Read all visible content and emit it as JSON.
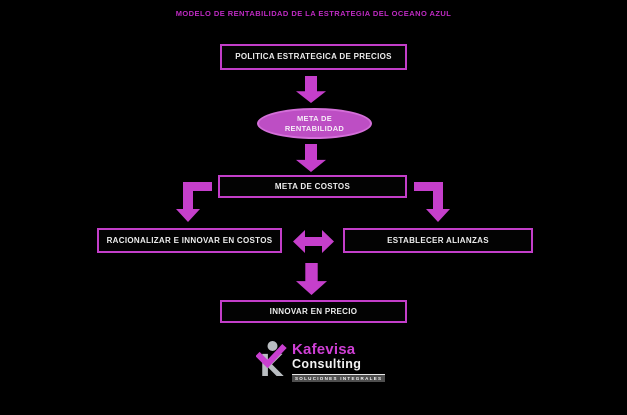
{
  "title": "MODELO DE RENTABILIDAD DE LA ESTRATEGIA DEL OCEANO AZUL",
  "colors": {
    "background": "#000000",
    "accent_magenta": "#c53fcb",
    "title_text": "#bd2ac1",
    "box_border": "#c33ec9",
    "box_text": "#ececec",
    "ellipse_fill": "#bd4ec4",
    "ellipse_border": "#d46fd9",
    "logo_brand": "#cf3fd5",
    "logo_gray": "#b9bdc1"
  },
  "nodes": {
    "politica": {
      "label": "POLITICA ESTRATEGICA DE PRECIOS"
    },
    "meta_rentabilidad": {
      "line1": "META DE",
      "line2": "RENTABILIDAD"
    },
    "meta_costos": {
      "label": "META DE COSTOS"
    },
    "racionalizar": {
      "label": "RACIONALIZAR E INNOVAR EN COSTOS"
    },
    "alianzas": {
      "label": "ESTABLECER ALIANZAS"
    },
    "innovar": {
      "label": "INNOVAR EN PRECIO"
    }
  },
  "connectors": [
    {
      "icon": "down-arrow-icon",
      "from": "politica",
      "to": "meta_rentabilidad"
    },
    {
      "icon": "down-arrow-icon",
      "from": "meta_rentabilidad",
      "to": "meta_costos"
    },
    {
      "icon": "elbow-down-left-arrow-icon",
      "from": "meta_costos",
      "to": "racionalizar"
    },
    {
      "icon": "elbow-down-right-arrow-icon",
      "from": "meta_costos",
      "to": "alianzas"
    },
    {
      "icon": "double-horizontal-arrow-icon",
      "between": "racionalizar-alianzas"
    },
    {
      "icon": "down-arrow-icon",
      "from": "racionalizar-alianzas",
      "to": "innovar"
    }
  ],
  "logo": {
    "brand": "Kafevisa",
    "subbrand": "Consulting",
    "tagline": "SOLUCIONES INTEGRALES",
    "icon": "kafevisa-k-figure-icon"
  }
}
